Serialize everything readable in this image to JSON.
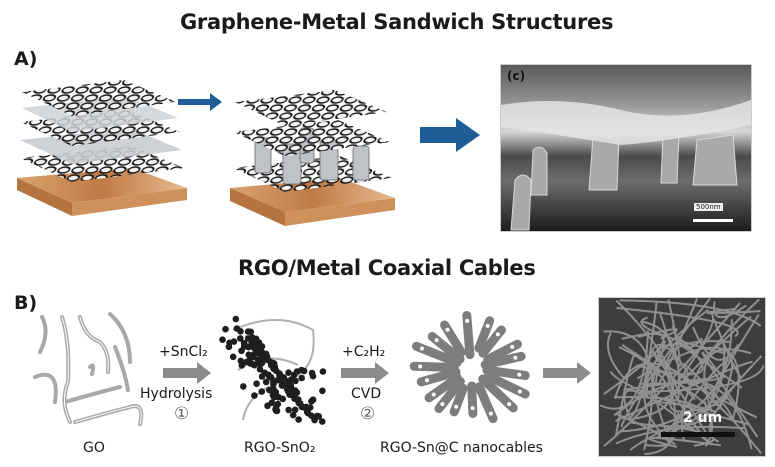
{
  "section_a": {
    "title": "Graphene-Metal Sandwich Structures",
    "panel_label": "A)",
    "sem_image": {
      "panel_tag": "(c)",
      "scale_bar_label": "500nm"
    },
    "colors": {
      "arrow": "#1f5d99",
      "substrate": "#c98a55",
      "sheet": "#c9ccd0",
      "lattice": "#1a1a1a"
    }
  },
  "section_b": {
    "title": "RGO/Metal Coaxial Cables",
    "panel_label": "B)",
    "stages": [
      {
        "label": "GO"
      },
      {
        "label": "RGO-SnO₂"
      },
      {
        "label": "RGO-Sn@C nanocables"
      }
    ],
    "steps": [
      {
        "reagent": "+SnCl₂",
        "process": "Hydrolysis",
        "number": "①"
      },
      {
        "reagent": "+C₂H₂",
        "process": "CVD",
        "number": "②"
      }
    ],
    "sem_image": {
      "scale_bar_label": "2 um"
    },
    "colors": {
      "arrow": "#8c8c8c",
      "particles": "#1e1e1e",
      "cables": "#7d7d7d"
    }
  }
}
